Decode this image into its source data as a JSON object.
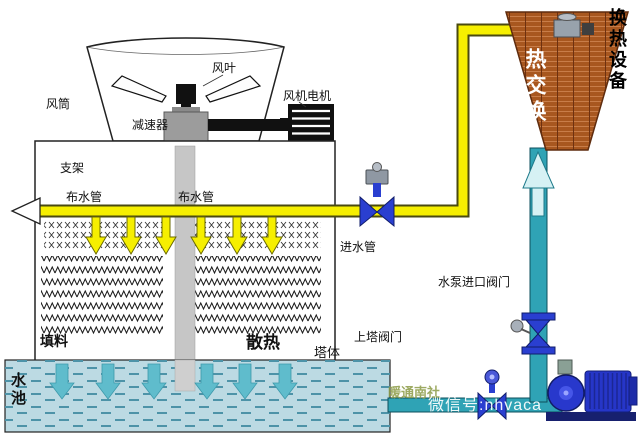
{
  "colors": {
    "hot_water": "#f6ef00",
    "cold_water": "#2fa3b5",
    "pool_water": "#bcdae3",
    "exchanger_body": "#a8571f",
    "valve_blue": "#2a3fd0",
    "pump_blue": "#2636c8",
    "spray_arrow": "#5fbccc"
  },
  "tower": {
    "fan_blade": "风叶",
    "air_duct": "风筒",
    "fan_motor": "风机电机",
    "reducer": "减速器",
    "support": "支架",
    "dist_pipe_left": "布水管",
    "dist_pipe_right": "布水管",
    "inlet_pipe": "进水管",
    "fill": "填料",
    "heat_dissipation": "散热",
    "tower_body": "塔体",
    "pool": "水池"
  },
  "valves": {
    "tower_valve": "上塔阀门",
    "pump_inlet_valve": "水泵进口阀门"
  },
  "exchanger": {
    "name": "热交换",
    "equipment": "换热设备"
  },
  "watermark": {
    "brand": "暖通南社",
    "wechat": "微信号:nhvaca"
  }
}
